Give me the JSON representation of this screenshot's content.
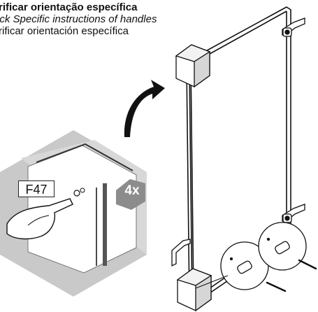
{
  "header": {
    "line_pt": "rificar orientação específica",
    "line_en": "eck Specific instructions of handles",
    "line_es": "rificar orientación específica"
  },
  "detail": {
    "part_code": "F47",
    "quantity": "4x"
  },
  "colors": {
    "ink": "#111111",
    "hexagon_fill": "#c9c9c9",
    "hexagon_dark": "#9a9a9a",
    "badge_fill": "#8c8c8c"
  }
}
